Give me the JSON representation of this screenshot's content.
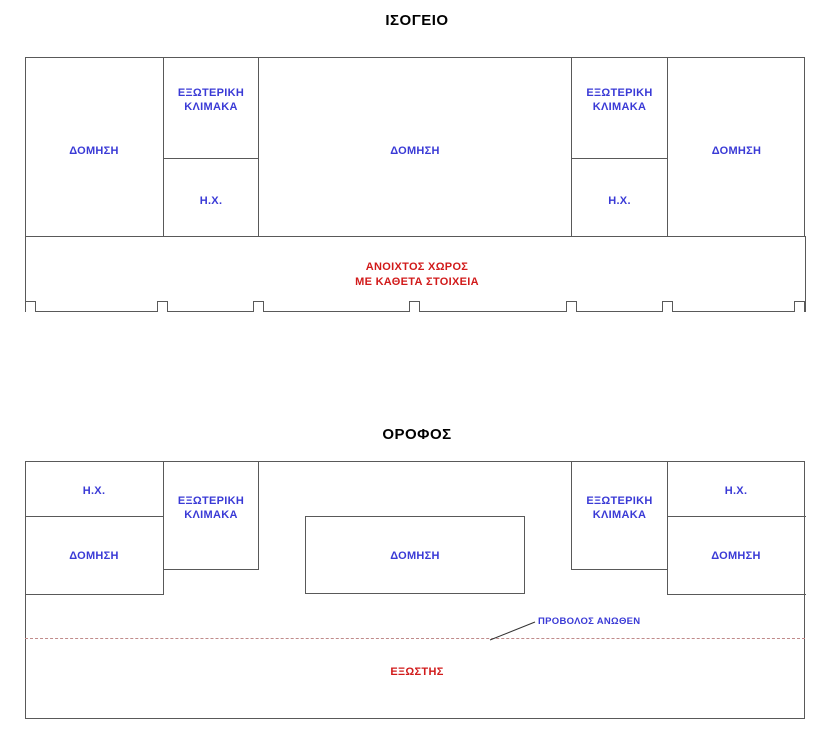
{
  "document": {
    "type": "architectural-floor-plan",
    "language": "el",
    "stroke_color": "#595959",
    "blue_label_color": "#3a3ad6",
    "red_label_color": "#d11a1a",
    "dashed_line_color": "#c08b8b"
  },
  "plans": [
    {
      "id": "ground-floor",
      "title": "ΙΣΟΓΕΙΟ",
      "rooms": [
        {
          "key": "left_domisi",
          "label": "ΔΟΜΗΣΗ"
        },
        {
          "key": "left_stair",
          "label": "ΕΞΩΤΕΡΙΚΗ\nΚΛΙΜΑΚΑ",
          "line1": "ΕΞΩΤΕΡΙΚΗ",
          "line2": "ΚΛΙΜΑΚΑ"
        },
        {
          "key": "left_hx",
          "label": "Η.Χ."
        },
        {
          "key": "center_domisi",
          "label": "ΔΟΜΗΣΗ"
        },
        {
          "key": "right_stair",
          "label": "ΕΞΩΤΕΡΙΚΗ\nΚΛΙΜΑΚΑ",
          "line1": "ΕΞΩΤΕΡΙΚΗ",
          "line2": "ΚΛΙΜΑΚΑ"
        },
        {
          "key": "right_hx",
          "label": "Η.Χ."
        },
        {
          "key": "right_domisi",
          "label": "ΔΟΜΗΣΗ"
        }
      ],
      "open_space": {
        "line1": "ΑΝΟΙΧΤΟΣ ΧΩΡΟΣ",
        "line2": "ΜΕ ΚΑΘΕΤΑ ΣΤΟΙΧΕΙΑ"
      },
      "pilaster_count": 7
    },
    {
      "id": "upper-floor",
      "title": "ΟΡΟΦΟΣ",
      "rooms": [
        {
          "key": "left_hx",
          "label": "Η.Χ."
        },
        {
          "key": "left_domisi",
          "label": "ΔΟΜΗΣΗ"
        },
        {
          "key": "left_stair",
          "line1": "ΕΞΩΤΕΡΙΚΗ",
          "line2": "ΚΛΙΜΑΚΑ"
        },
        {
          "key": "center_domisi",
          "label": "ΔΟΜΗΣΗ"
        },
        {
          "key": "right_stair",
          "line1": "ΕΞΩΤΕΡΙΚΗ",
          "line2": "ΚΛΙΜΑΚΑ"
        },
        {
          "key": "right_hx",
          "label": "Η.Χ."
        },
        {
          "key": "right_domisi",
          "label": "ΔΟΜΗΣΗ"
        }
      ],
      "balcony_label": "ΕΞΩΣΤΗΣ",
      "cantilever_note": "ΠΡΟΒΟΛΟΣ ΑΝΩΘΕΝ"
    }
  ]
}
